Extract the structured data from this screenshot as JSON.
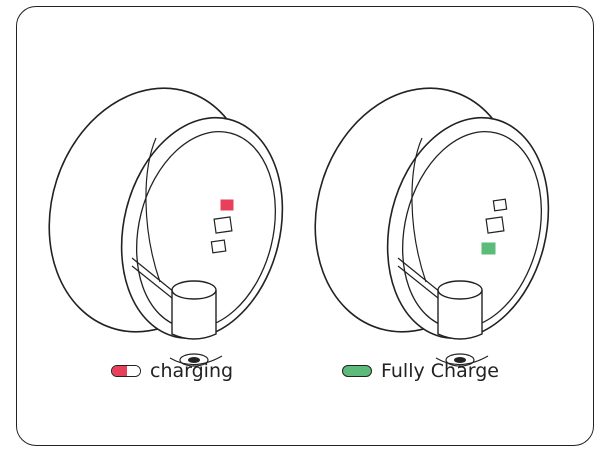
{
  "legend": {
    "charging": {
      "label": "charging",
      "color": "#e8405a"
    },
    "full": {
      "label": "Fully Charge",
      "color": "#5dbb7a"
    }
  },
  "rings": [
    {
      "name": "charging-ring",
      "indicators": [
        "red",
        "off",
        "off"
      ]
    },
    {
      "name": "fully-charged-ring",
      "indicators": [
        "off",
        "off",
        "green"
      ]
    }
  ],
  "colors": {
    "red": "#e8405a",
    "green": "#5dbb7a",
    "stroke": "#222222"
  }
}
